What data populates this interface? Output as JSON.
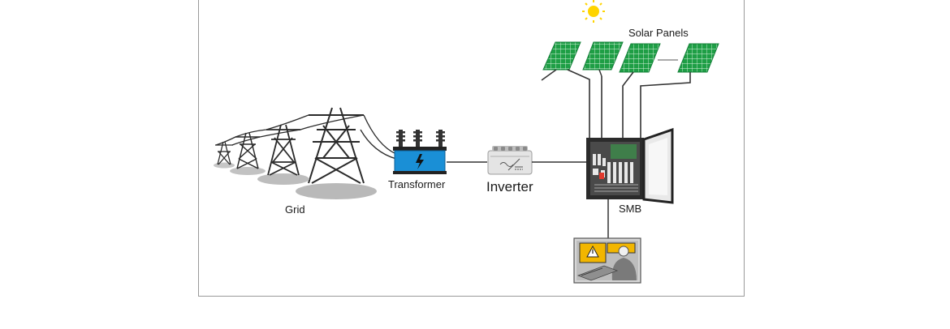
{
  "labels": {
    "solar_panels": "Solar Panels",
    "grid": "Grid",
    "transformer": "Transformer",
    "inverter": "Inverter",
    "smb": "SMB"
  },
  "colors": {
    "panel_green": "#1e9e45",
    "panel_grid_line": "#d9f3df",
    "sun_yellow": "#ffd400",
    "transformer_blue": "#1a8fd6",
    "wire": "#333333",
    "tower": "#2a2a2a",
    "shadow": "#b9b9b9",
    "monitor_yellow": "#f2b600"
  },
  "icons": [
    "sun-icon",
    "solar-panel-icon",
    "transmission-tower-icon",
    "transformer-icon",
    "inverter-icon",
    "smb-cabinet-icon",
    "monitoring-station-icon"
  ]
}
